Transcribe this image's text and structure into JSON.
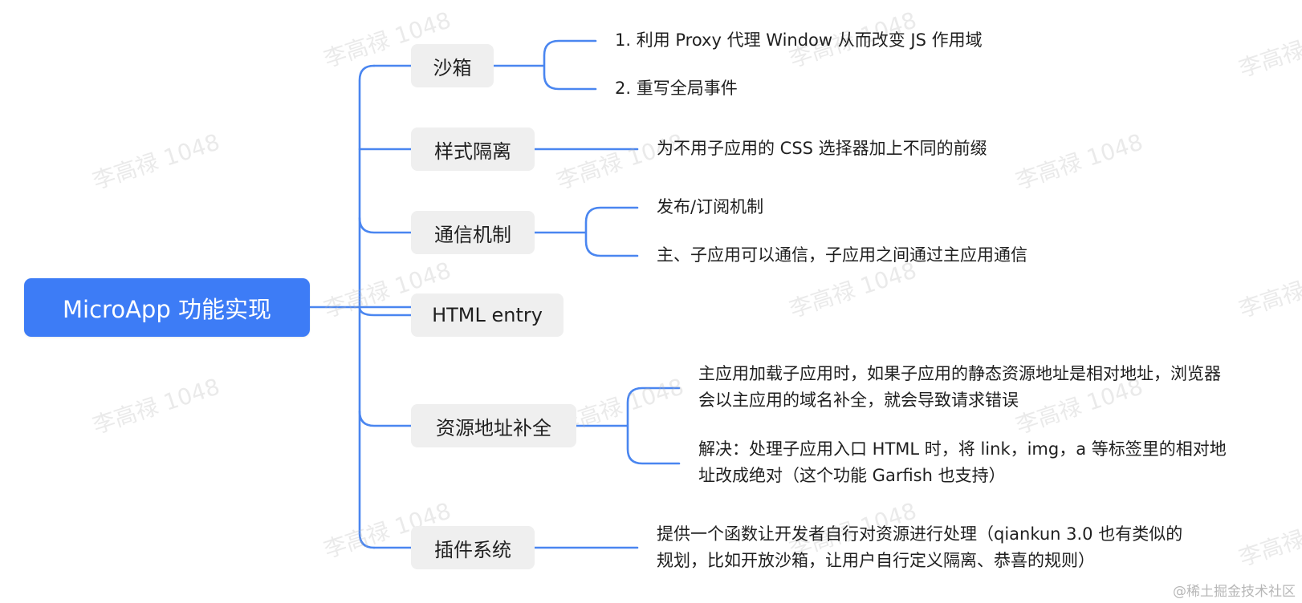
{
  "root": {
    "label": "MicroApp 功能实现"
  },
  "branches": [
    {
      "label": "沙箱",
      "children": [
        "1. 利用 Proxy 代理 Window 从而改变 JS 作用域",
        "2. 重写全局事件"
      ]
    },
    {
      "label": "样式隔离",
      "children": [
        "为不用子应用的 CSS 选择器加上不同的前缀"
      ]
    },
    {
      "label": "通信机制",
      "children": [
        "发布/订阅机制",
        "主、子应用可以通信，子应用之间通过主应用通信"
      ]
    },
    {
      "label": "HTML entry",
      "children": []
    },
    {
      "label": "资源地址补全",
      "children": [
        [
          "主应用加载子应用时，如果子应用的静态资源地址是相对地址，浏览器",
          "会以主应用的域名补全，就会导致请求错误"
        ],
        [
          "解决：处理子应用入口 HTML 时，将 link，img，a 等标签里的相对地",
          "址改成绝对（这个功能 Garfish 也支持）"
        ]
      ]
    },
    {
      "label": "插件系统",
      "children": [
        [
          "提供一个函数让开发者自行对资源进行处理（qiankun 3.0 也有类似的",
          "规划，比如开放沙箱，让用户自行定义隔离、恭喜的规则）"
        ]
      ]
    }
  ],
  "watermark": "李高禄 1048",
  "footer": "@稀土掘金技术社区",
  "colors": {
    "accent": "#3d7cf6",
    "branch_bg": "#efefef",
    "connector": "#4a86f0"
  }
}
